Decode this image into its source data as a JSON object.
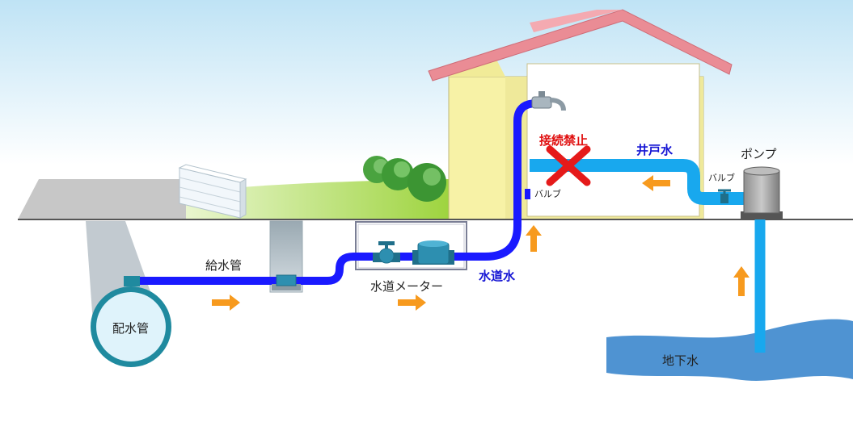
{
  "labels": {
    "distribution_main": "配水管",
    "service_pipe": "給水管",
    "water_meter": "水道メーター",
    "tap_water": "水道水",
    "no_connection": "接続禁止",
    "well_water": "井戸水",
    "pump": "ポンプ",
    "valve_house": "バルブ",
    "valve_pump": "バルブ",
    "groundwater": "地下水"
  },
  "colors": {
    "tap_water_pipe": "#1a1aff",
    "well_water_pipe": "#18a8ee",
    "arrow": "#f79a1e",
    "prohibited_mark": "#e51a1a",
    "roof": "#e9858f",
    "house_wall": "#f7f2a6",
    "lawn": "#a6d94a",
    "groundwater": "#4f93d2",
    "main_pipe_fill": "#dff3fb",
    "main_pipe_ring": "#1f8a9f"
  },
  "icons": [
    "faucet-icon",
    "gate-valve-icon",
    "water-meter-icon",
    "pump-icon",
    "tree-icon",
    "prohibited-x-icon",
    "flow-arrow-icon"
  ]
}
